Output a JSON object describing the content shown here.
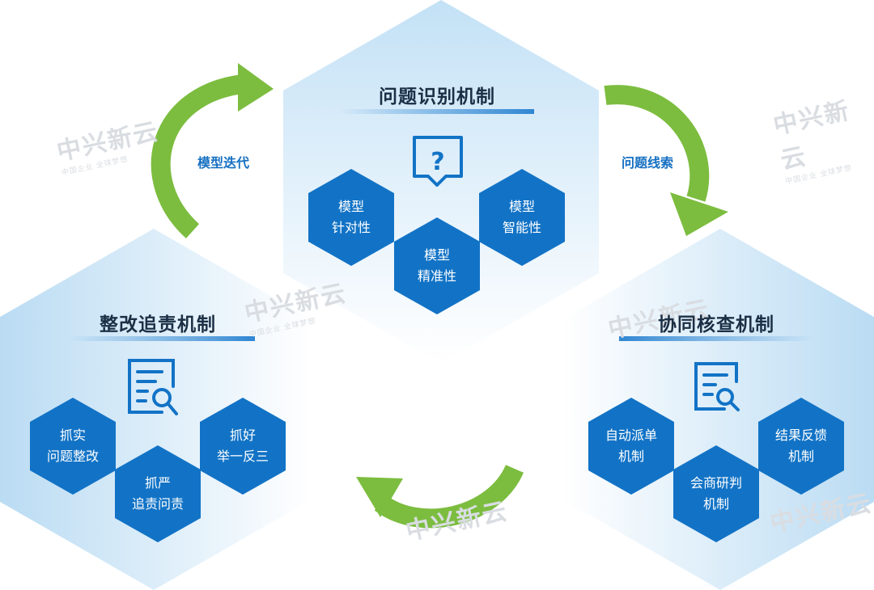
{
  "top": {
    "title": "问题识别机制",
    "cells": [
      {
        "l1": "模型",
        "l2": "针对性"
      },
      {
        "l1": "模型",
        "l2": "精准性"
      },
      {
        "l1": "模型",
        "l2": "智能性"
      }
    ]
  },
  "left": {
    "title": "整改追责机制",
    "cells": [
      {
        "l1": "抓实",
        "l2": "问题整改"
      },
      {
        "l1": "抓严",
        "l2": "追责问责"
      },
      {
        "l1": "抓好",
        "l2": "举一反三"
      }
    ]
  },
  "right": {
    "title": "协同核查机制",
    "cells": [
      {
        "l1": "自动派单",
        "l2": "机制"
      },
      {
        "l1": "会商研判",
        "l2": "机制"
      },
      {
        "l1": "结果反馈",
        "l2": "机制"
      }
    ]
  },
  "arrows": {
    "model_iteration": "模型迭代",
    "issue_clues": "问题线索"
  },
  "watermark": {
    "brand": "中兴新云",
    "slogan": "中国企业 全球梦想"
  },
  "colors": {
    "hex_cell": "#1273c6",
    "arrow": "#7cbd3f",
    "title_underline": "#2f86d2",
    "label_blue": "#1670c2"
  }
}
